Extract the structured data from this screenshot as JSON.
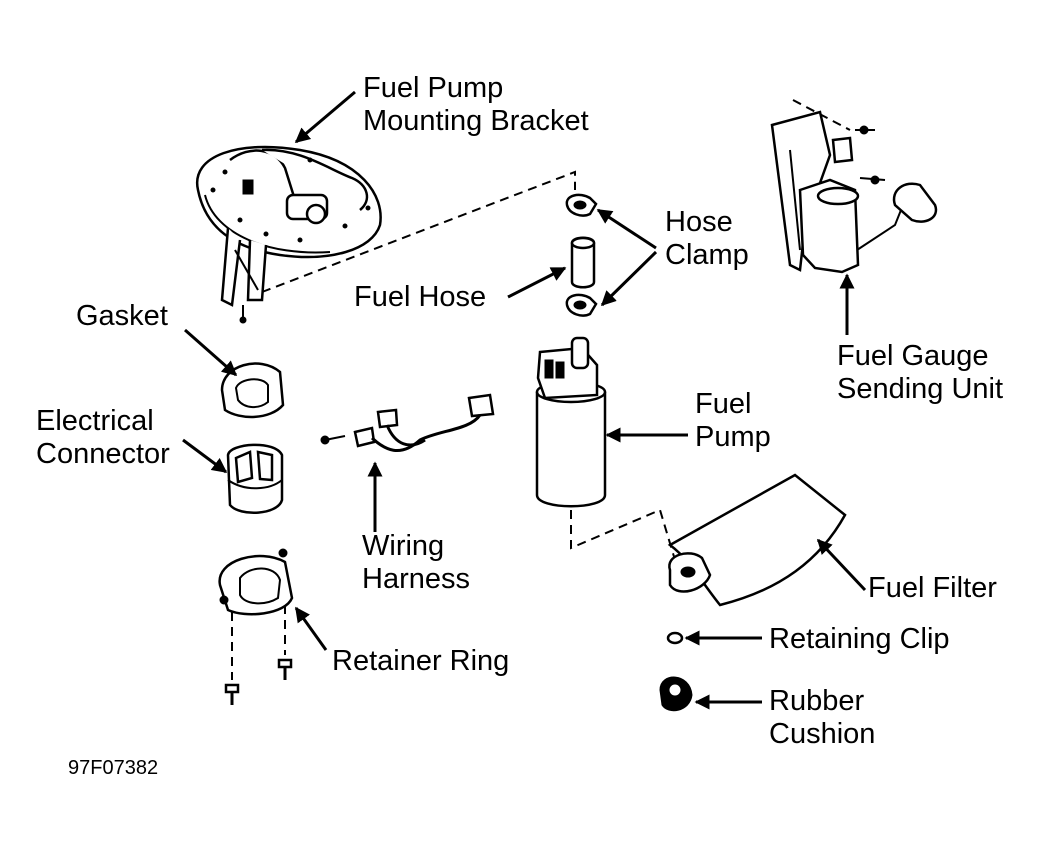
{
  "labels": {
    "fuel_pump_mounting_bracket": [
      "Fuel Pump",
      "Mounting Bracket"
    ],
    "hose_clamp": [
      "Hose",
      "Clamp"
    ],
    "fuel_hose": "Fuel Hose",
    "gasket": "Gasket",
    "electrical_connector": [
      "Electrical",
      "Connector"
    ],
    "wiring_harness": [
      "Wiring",
      "Harness"
    ],
    "fuel_pump": [
      "Fuel",
      "Pump"
    ],
    "fuel_gauge_sending_unit": [
      "Fuel Gauge",
      "Sending Unit"
    ],
    "fuel_filter": "Fuel Filter",
    "retaining_clip": "Retaining Clip",
    "rubber_cushion": [
      "Rubber",
      "Cushion"
    ],
    "retainer_ring": "Retainer Ring"
  },
  "figure_id": "97F07382",
  "colors": {
    "line": "#000000",
    "background": "#ffffff"
  }
}
